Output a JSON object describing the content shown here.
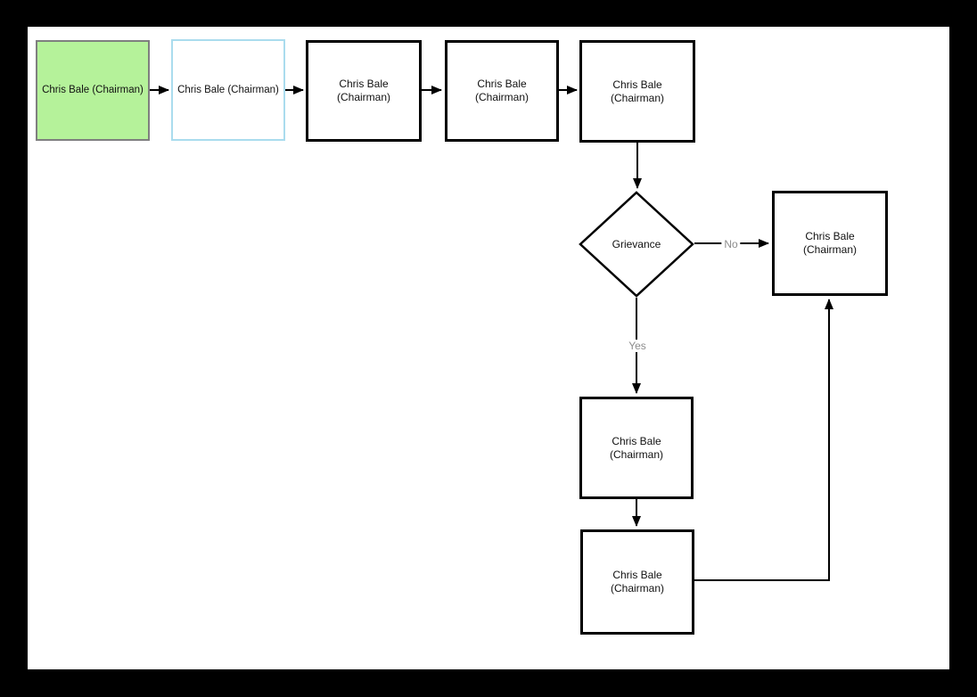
{
  "diagram": {
    "type": "flowchart",
    "nodes": [
      {
        "id": "step-1-start",
        "label": "Chris Bale (Chairman)",
        "shape": "rectangle",
        "fill": "#b5f29a",
        "border": "#7f7f7f"
      },
      {
        "id": "step-2-selected",
        "label": "Chris Bale (Chairman)",
        "shape": "rectangle",
        "fill": "#ffffff",
        "border": "#aadcee"
      },
      {
        "id": "step-3",
        "label": "Chris Bale\n(Chairman)",
        "shape": "rectangle",
        "fill": "#ffffff",
        "border": "#000000"
      },
      {
        "id": "step-4",
        "label": "Chris Bale\n(Chairman)",
        "shape": "rectangle",
        "fill": "#ffffff",
        "border": "#000000"
      },
      {
        "id": "step-5",
        "label": "Chris Bale\n(Chairman)",
        "shape": "rectangle",
        "fill": "#ffffff",
        "border": "#000000"
      },
      {
        "id": "decision-grievance",
        "label": "Grievance",
        "shape": "diamond",
        "fill": "#ffffff",
        "border": "#000000"
      },
      {
        "id": "no-branch-step",
        "label": "Chris Bale\n(Chairman)",
        "shape": "rectangle",
        "fill": "#ffffff",
        "border": "#000000"
      },
      {
        "id": "yes-branch-step",
        "label": "Chris Bale\n(Chairman)",
        "shape": "rectangle",
        "fill": "#ffffff",
        "border": "#000000"
      },
      {
        "id": "final-step",
        "label": "Chris Bale\n(Chairman)",
        "shape": "rectangle",
        "fill": "#ffffff",
        "border": "#000000"
      }
    ],
    "edge_labels": {
      "no": "No",
      "yes": "Yes"
    },
    "colors": {
      "frame_bg": "#000000",
      "canvas_bg": "#ffffff",
      "connector": "#000000",
      "edge_label_text": "#8c8c8c"
    }
  }
}
